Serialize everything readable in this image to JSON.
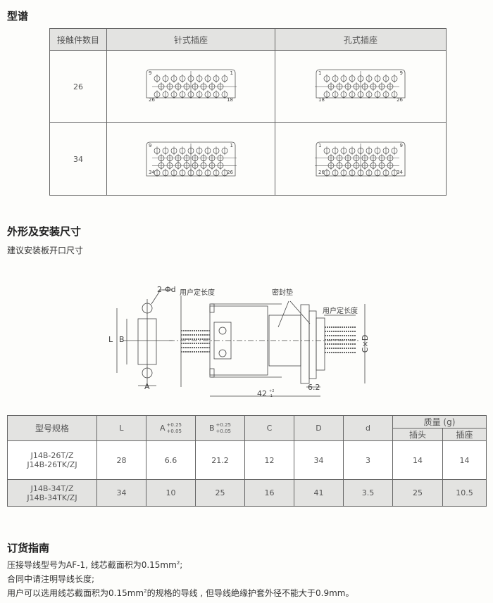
{
  "section1": {
    "title": "型谱",
    "headers": [
      "接触件数目",
      "针式插座",
      "孔式插座"
    ],
    "rows": [
      {
        "count": "26",
        "pin": {
          "tl": "9",
          "tr": "1",
          "bl": "26",
          "br": "18"
        },
        "socket": {
          "tl": "1",
          "tr": "9",
          "bl": "18",
          "br": "26"
        }
      },
      {
        "count": "34",
        "pin": {
          "tl": "9",
          "tr": "1",
          "bl": "34",
          "br": "26"
        },
        "socket": {
          "tl": "1",
          "tr": "9",
          "bl": "26",
          "br": "34"
        }
      }
    ]
  },
  "section2": {
    "title": "外形及安装尺寸",
    "subtitle": "建议安装板开口尺寸",
    "drawing": {
      "hole": "2-Φd",
      "user_len1": "用户定长度",
      "seal": "密封垫",
      "user_len2": "用户定长度",
      "L": "L",
      "B": "B",
      "A": "A",
      "CxD": "C×D",
      "dim62": "6.2",
      "dim42": "42",
      "tol42_up": "+2",
      "tol42_dn": "-1"
    }
  },
  "table": {
    "headers": {
      "model": "型号规格",
      "L": "L",
      "A": "A",
      "A_tol_up": "+0.25",
      "A_tol_dn": "+0.05",
      "B": "B",
      "B_tol_up": "+0.25",
      "B_tol_dn": "+0.05",
      "C": "C",
      "D": "D",
      "d": "d",
      "mass": "质量 (g)",
      "plug": "插头",
      "socket": "插座"
    },
    "rows": [
      {
        "model1": "J14B-26T/Z",
        "model2": "J14B-26TK/ZJ",
        "L": "28",
        "A": "6.6",
        "B": "21.2",
        "C": "12",
        "D": "34",
        "d": "3",
        "plug": "14",
        "socket": "14"
      },
      {
        "model1": "J14B-34T/Z",
        "model2": "J14B-34TK/ZJ",
        "L": "34",
        "A": "10",
        "B": "25",
        "C": "16",
        "D": "41",
        "d": "3.5",
        "plug": "25",
        "socket": "10.5"
      }
    ]
  },
  "section3": {
    "title": "订货指南",
    "line1a": "压接导线型号为AF-1, 线芯截面积为0.15mm",
    "line1sup": "2",
    "line1b": ";",
    "line2": "合同中请注明导线长度;",
    "line3a": "用户可以选用线芯截面积为0.15mm",
    "line3sup": "2",
    "line3b": "的规格的导线 , 但导线绝缘护套外径不能大于0.9mm。"
  }
}
